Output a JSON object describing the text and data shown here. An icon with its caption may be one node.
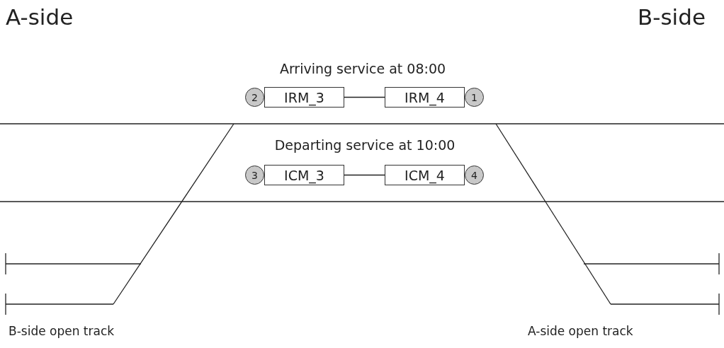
{
  "diagram": {
    "nodes": [
      {
        "text": [
          "2"
        ]
      },
      {
        "text": [
          "IRM_3"
        ]
      },
      {
        "text": [
          "IRM_4"
        ]
      },
      {
        "text": [
          "1"
        ]
      },
      {
        "text": [
          "3"
        ]
      },
      {
        "text": [
          "ICM_3"
        ]
      },
      {
        "text": [
          "ICM_4"
        ]
      },
      {
        "text": [
          "4"
        ]
      }
    ],
    "edges": [
      {
        "from": 1,
        "to": 2,
        "arrow": "none"
      },
      {
        "from": 5,
        "to": 6,
        "arrow": "none"
      }
    ],
    "labels": [
      "A-side",
      "B-side",
      "Arriving service at 08:00",
      "Departing service at 10:00",
      "B-side open track",
      "A-side open track"
    ]
  }
}
